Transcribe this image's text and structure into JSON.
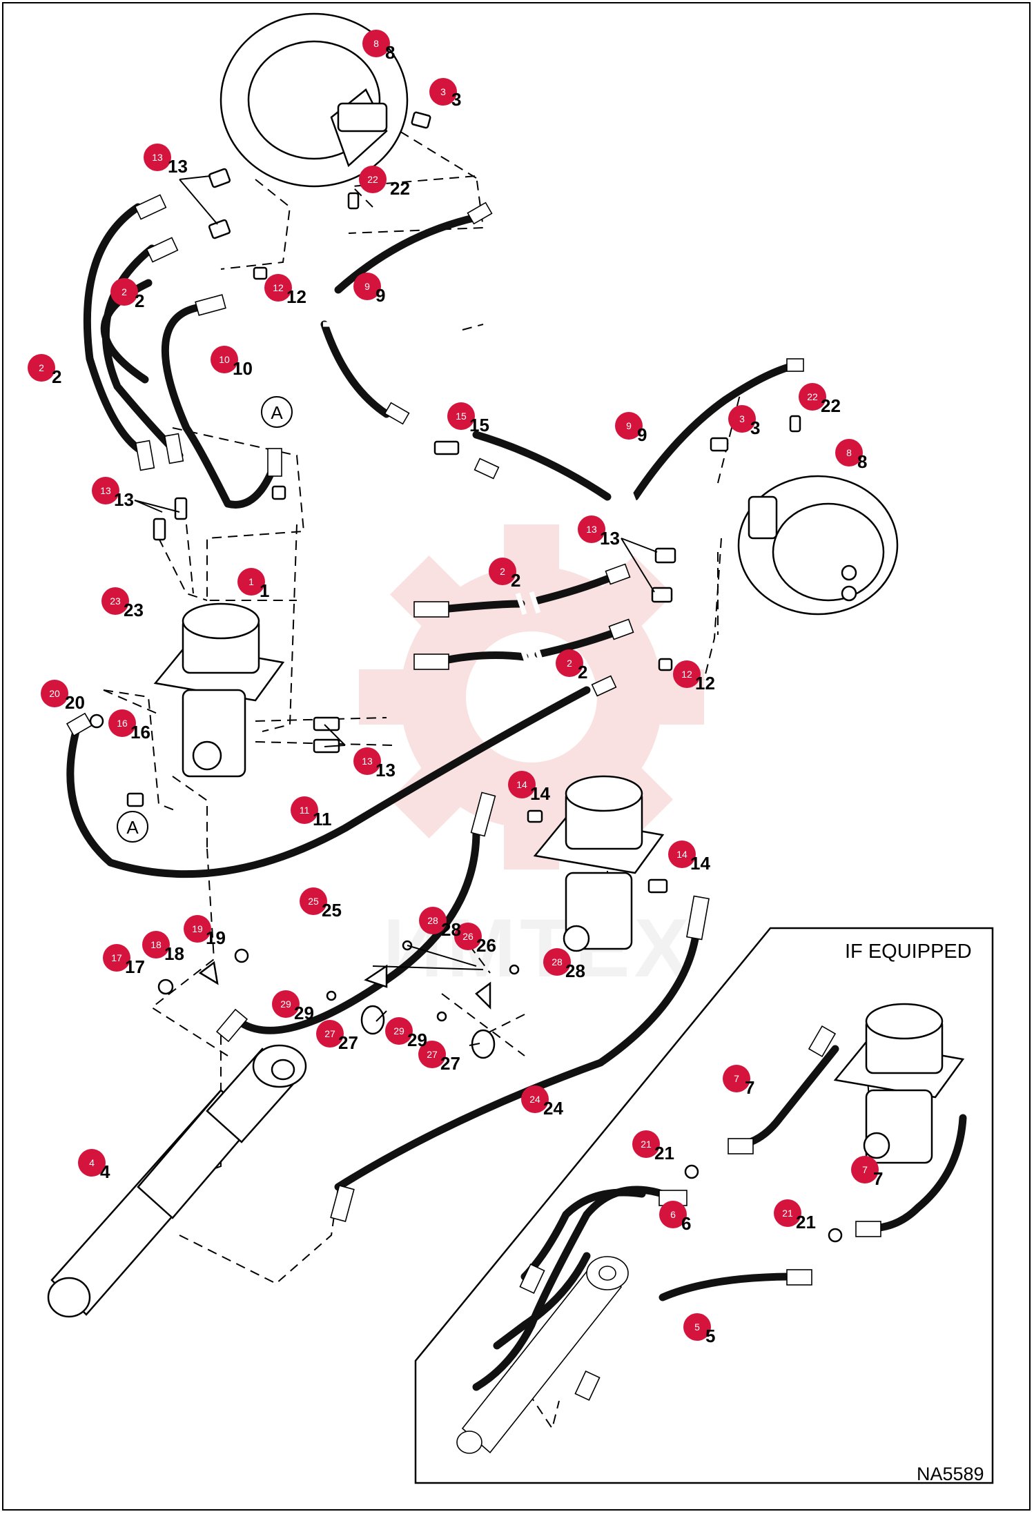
{
  "diagram_code": "NA5589",
  "if_equipped_label": "IF EQUIPPED",
  "watermark_text": "ИМТЕХ",
  "detail_marker": "A",
  "badge_color": "#d4143c",
  "callouts": [
    {
      "n": "8"
    },
    {
      "n": "3"
    },
    {
      "n": "13"
    },
    {
      "n": "22"
    },
    {
      "n": "2"
    },
    {
      "n": "12"
    },
    {
      "n": "9"
    },
    {
      "n": "2"
    },
    {
      "n": "10"
    },
    {
      "n": "15"
    },
    {
      "n": "9"
    },
    {
      "n": "3"
    },
    {
      "n": "22"
    },
    {
      "n": "8"
    },
    {
      "n": "13"
    },
    {
      "n": "13"
    },
    {
      "n": "2"
    },
    {
      "n": "1"
    },
    {
      "n": "23"
    },
    {
      "n": "2"
    },
    {
      "n": "12"
    },
    {
      "n": "20"
    },
    {
      "n": "16"
    },
    {
      "n": "13"
    },
    {
      "n": "14"
    },
    {
      "n": "11"
    },
    {
      "n": "14"
    },
    {
      "n": "25"
    },
    {
      "n": "28"
    },
    {
      "n": "26"
    },
    {
      "n": "19"
    },
    {
      "n": "18"
    },
    {
      "n": "17"
    },
    {
      "n": "28"
    },
    {
      "n": "29"
    },
    {
      "n": "27"
    },
    {
      "n": "29"
    },
    {
      "n": "27"
    },
    {
      "n": "24"
    },
    {
      "n": "4"
    },
    {
      "n": "7"
    },
    {
      "n": "21"
    },
    {
      "n": "6"
    },
    {
      "n": "7"
    },
    {
      "n": "21"
    },
    {
      "n": "5"
    }
  ]
}
